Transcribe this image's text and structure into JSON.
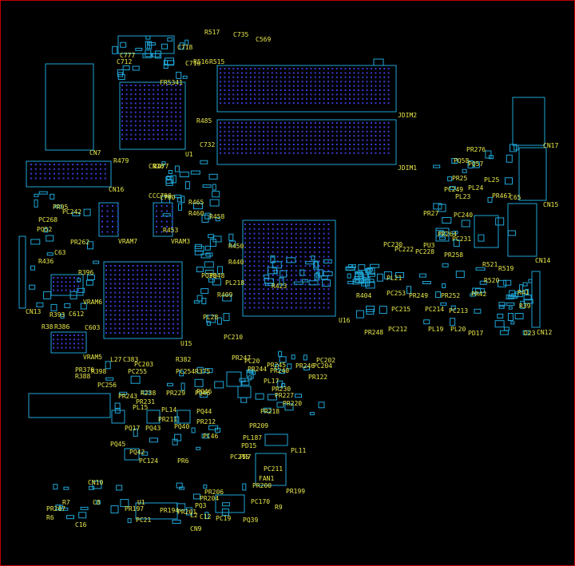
{
  "labels": [
    "R517",
    "C735",
    "C569",
    "C718",
    "C716",
    "C712",
    "CN16",
    "C777",
    "R516",
    "R515",
    "FR5341",
    "R485",
    "C732",
    "JDIM2",
    "JDIM1",
    "CN7",
    "U1",
    "R479",
    "CN16",
    "R477",
    "C700",
    "CCC700",
    "R465",
    "R460",
    "R458",
    "CN17",
    "PR276",
    "R453",
    "PQ58",
    "PQ57",
    "PR25",
    "PL25",
    "PC249",
    "PL24",
    "PR467",
    "C65",
    "CN15",
    "PL23",
    "PR27",
    "PC240",
    "PC230",
    "PR264",
    "PU3",
    "PC231",
    "PC222",
    "PC228",
    "PR258",
    "CN14",
    "R519",
    "R520",
    "R521",
    "PC268",
    "PR95",
    "PC242",
    "PQ52",
    "PR262",
    "VRAM7",
    "VRAM3",
    "R450",
    "R440",
    "R423",
    "R404",
    "C63",
    "R436",
    "R396",
    "PL21",
    "PC253",
    "PR249",
    "PR252",
    "PR42",
    "R41",
    "PQ38",
    "PQ46",
    "CN13",
    "C603",
    "R393",
    "R386",
    "R38",
    "U15",
    "U16",
    "PC215",
    "PC214",
    "PC213",
    "R39",
    "D23",
    "CN12",
    "PR248",
    "PC212",
    "PL19",
    "PL20",
    "PD17",
    "VRAM6",
    "VRAM5",
    "L27",
    "C383",
    "PC203",
    "R382",
    "C612",
    "PC255",
    "PR370",
    "R398",
    "PC254",
    "R375",
    "PC210",
    "PL28",
    "R409",
    "PL218",
    "PQ48",
    "PR247",
    "PC20",
    "PR245",
    "PR244",
    "PR240",
    "PR246",
    "PC204",
    "PR122",
    "PC202",
    "R388",
    "PC256",
    "PR243",
    "R238",
    "PR231",
    "PL15",
    "PR229",
    "PQ46",
    "PL14",
    "PQ44",
    "PL17",
    "PR230",
    "PR227",
    "PR220",
    "PR218",
    "PR212",
    "PQ17",
    "PQ43",
    "PR211",
    "PQ40",
    "PC46",
    "PL187",
    "PD15",
    "PR209",
    "PC215",
    "PQ45",
    "PQ42",
    "PC124",
    "PR6",
    "PR7",
    "PC211",
    "PL11",
    "FAN1",
    "PR200",
    "PR199",
    "CN10",
    "PR207",
    "R6",
    "R7",
    "C8",
    "C16",
    "U1",
    "PR197",
    "PR194",
    "PR201",
    "PQ3",
    "PR204",
    "PR206",
    "PC170",
    "R9",
    "CN9",
    "PC21",
    "PQ39",
    "PC19",
    "C12",
    "L2"
  ]
}
